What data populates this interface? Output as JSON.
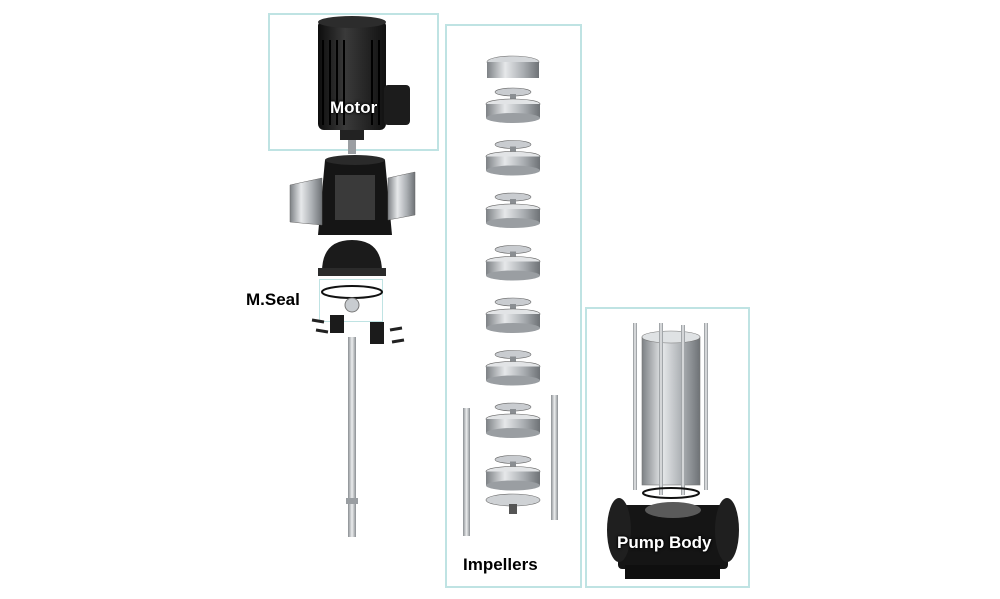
{
  "labels": {
    "motor": "Motor",
    "mseal": "M.Seal",
    "impellers": "Impellers",
    "pump_body": "Pump Body"
  },
  "impeller_stages": 8,
  "colors": {
    "frame": "#bfe3e3",
    "motor_body": "#1a1a1a",
    "steel": "#b8bcc0"
  }
}
